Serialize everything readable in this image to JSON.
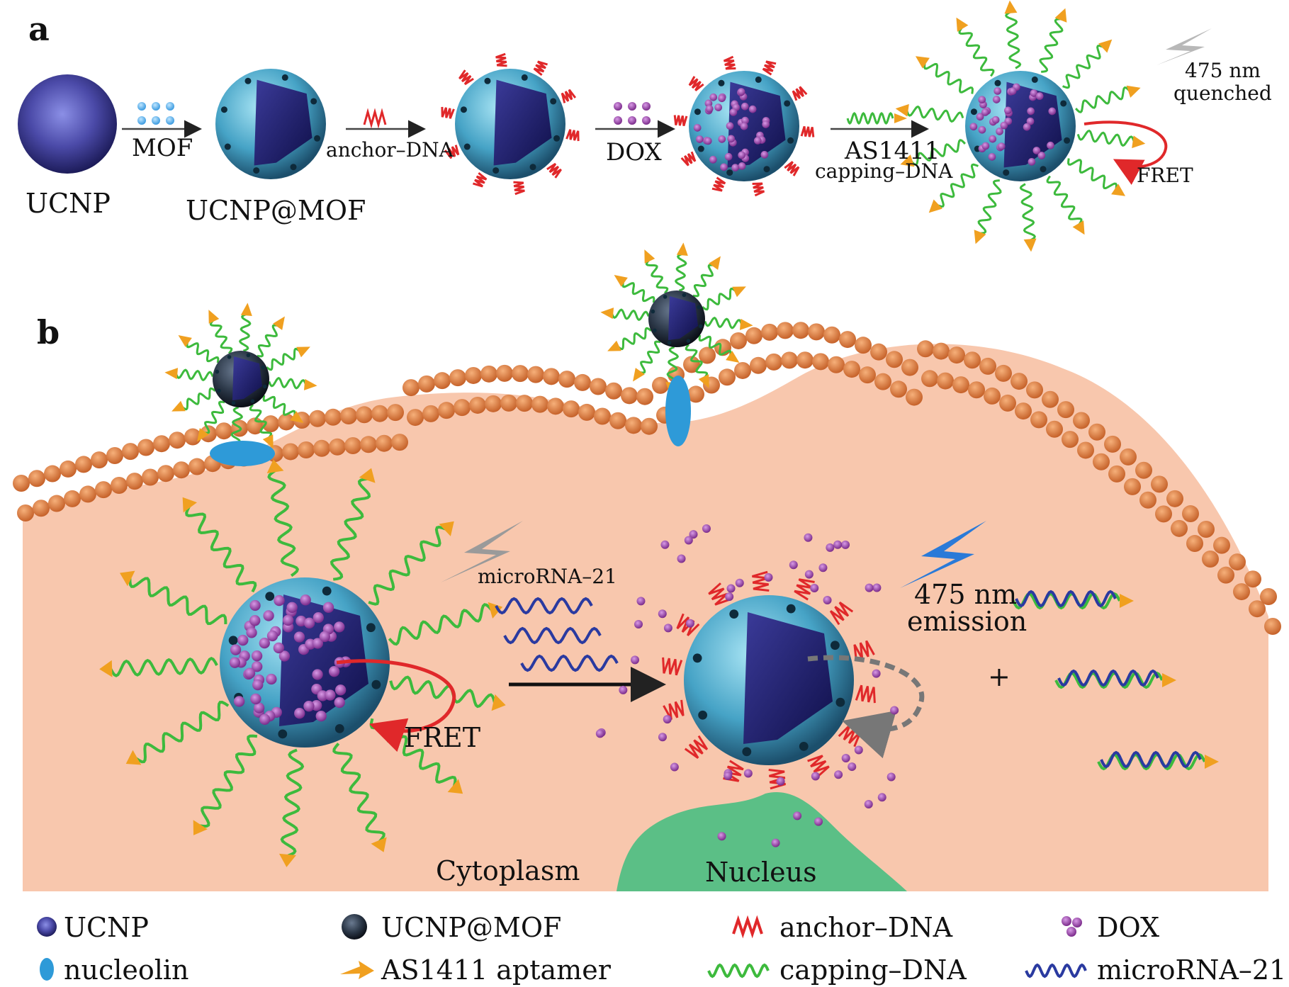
{
  "panel_a": {
    "letter": "a",
    "labels": {
      "ucnp": "UCNP",
      "mof": "MOF",
      "ucnp_mof": "UCNP@MOF",
      "anchor_dna": "anchor–DNA",
      "dox": "DOX",
      "as1411": "AS1411",
      "capping_dna": "capping–DNA",
      "nm475": "475 nm",
      "quenched": "quenched",
      "fret": "FRET"
    }
  },
  "panel_b": {
    "letter": "b",
    "labels": {
      "microrna": "microRNA–21",
      "fret": "FRET",
      "emission_nm": "475 nm",
      "emission": "emission",
      "plus": "+",
      "cytoplasm": "Cytoplasm",
      "nucleus": "Nucleus"
    }
  },
  "legend": [
    {
      "icon": "ucnp-icon",
      "label": "UCNP"
    },
    {
      "icon": "ucnp-mof-icon",
      "label": "UCNP@MOF"
    },
    {
      "icon": "anchor-dna-icon",
      "label": "anchor–DNA"
    },
    {
      "icon": "dox-icon",
      "label": "DOX"
    },
    {
      "icon": "nucleolin-icon",
      "label": "nucleolin"
    },
    {
      "icon": "aptamer-icon",
      "label": "AS1411 aptamer"
    },
    {
      "icon": "capping-dna-icon",
      "label": "capping–DNA"
    },
    {
      "icon": "microrna-icon",
      "label": "microRNA–21"
    }
  ],
  "colors": {
    "cytoplasm": "#f8c7ad",
    "lipid": "#d9773a",
    "nucleus": "#5bbf86",
    "mof_shell": "#4fa8c8",
    "ucnp_core": "#2a2a7a",
    "anchor_dna": "#e0282a",
    "capping_dna": "#3dba3d",
    "aptamer": "#f0a020",
    "dox": "#8a3a9a",
    "nucleolin": "#2e9ad8",
    "microrna": "#2a3aa0"
  }
}
